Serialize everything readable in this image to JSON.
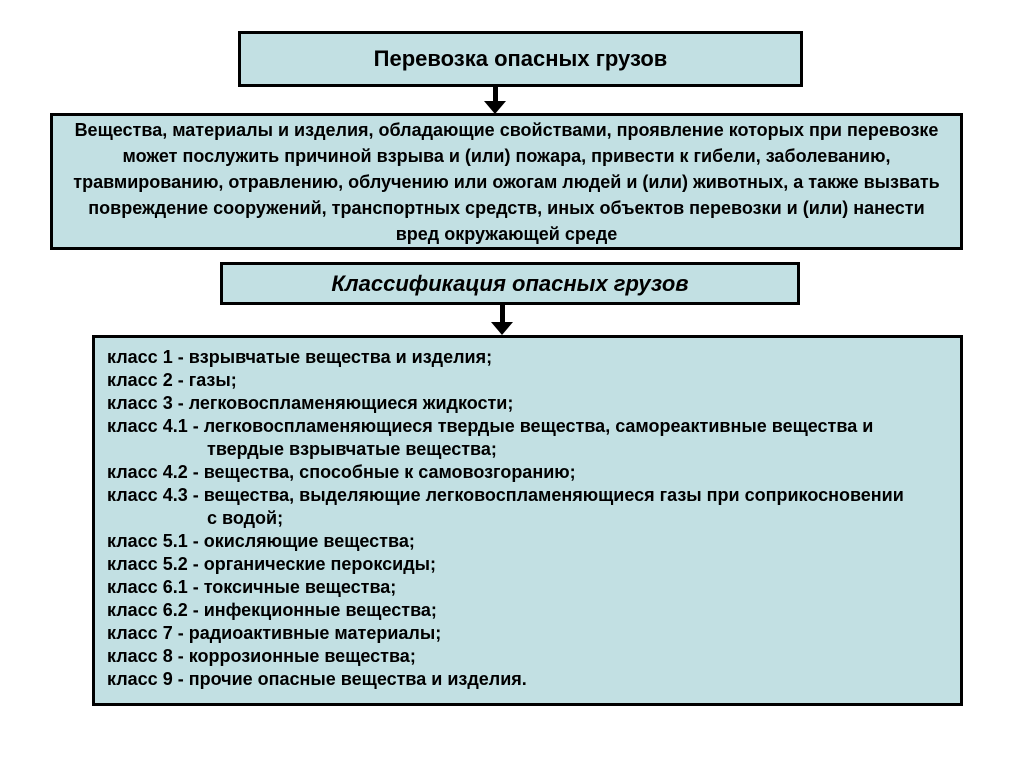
{
  "page": {
    "background": "#ffffff"
  },
  "colors": {
    "box_fill": "#c2e0e3",
    "box_border": "#000000",
    "text": "#000000"
  },
  "icons": {
    "connector_1": "down-arrow",
    "connector_2": "down-arrow"
  },
  "title_box": {
    "text": "Перевозка опасных грузов"
  },
  "definition_box": {
    "text": "Вещества, материалы и изделия, обладающие свойствами, проявление которых при перевозке\nможет послужить причиной взрыва и (или) пожара, привести к гибели, заболеванию,\nтравмированию, отравлению, облучению или ожогам людей и (или) животных, а также вызвать\nповреждение сооружений, транспортных средств, иных объектов перевозки и (или) нанести\nвред окружающей среде"
  },
  "classification_box": {
    "text": "Классификация опасных грузов"
  },
  "classes": {
    "items": [
      "класс 1 - взрывчатые вещества и изделия;",
      "класс 2 - газы;",
      "класс 3 - легковоспламеняющиеся жидкости;",
      "класс 4.1 - легковоспламеняющиеся твердые вещества, самореактивные вещества и\nтвердые взрывчатые вещества;",
      "класс 4.2 - вещества, способные к самовозгоранию;",
      "класс 4.3 - вещества, выделяющие легковоспламеняющиеся газы при соприкосновении\nс водой;",
      "класс 5.1 - окисляющие вещества;",
      "класс 5.2 - органические пероксиды;",
      "класс 6.1 - токсичные вещества;",
      "класс 6.2 - инфекционные вещества;",
      "класс 7 - радиоактивные материалы;",
      "класс 8 - коррозионные вещества;",
      "класс 9 - прочие опасные вещества и изделия."
    ]
  }
}
